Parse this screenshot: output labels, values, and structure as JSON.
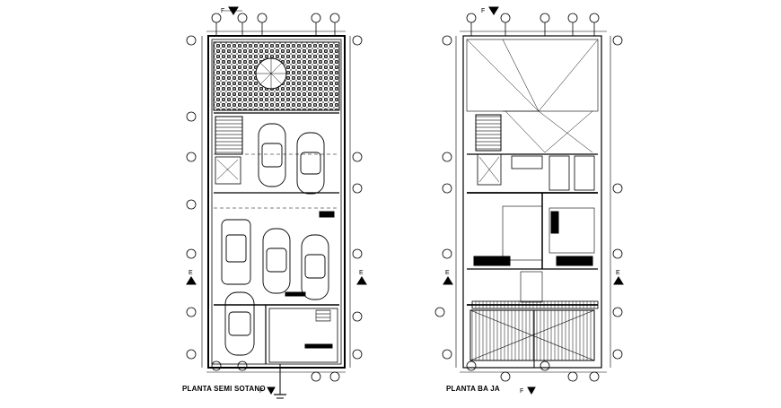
{
  "plans": [
    {
      "title": "PLANTA SEMI SOTANO"
    },
    {
      "title": "PLANTA BA JA"
    }
  ],
  "section_marks": {
    "F": "F",
    "E": "E"
  },
  "colors": {
    "line": "#000000",
    "background": "#ffffff"
  }
}
